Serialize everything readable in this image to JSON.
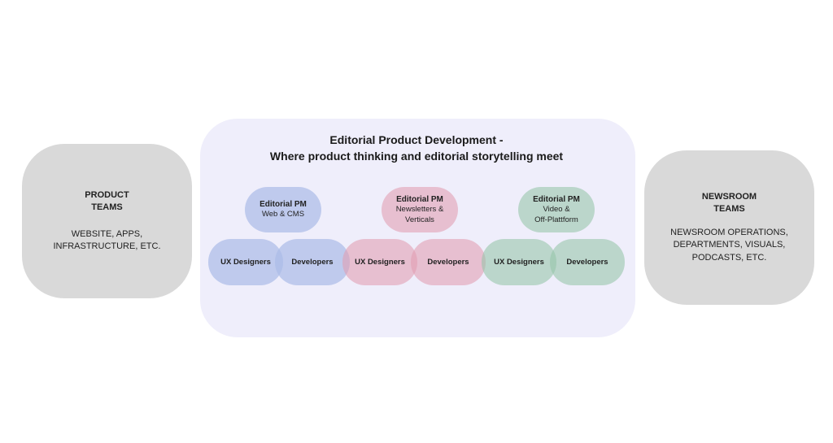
{
  "diagram": {
    "title": "Editorial Product Development -\nWhere product thinking and editorial storytelling meet",
    "left_box": {
      "title": "PRODUCT\nTEAMS",
      "description": "WEBSITE, APPS,\nINFRASTRUCTURE, ETC."
    },
    "right_box": {
      "title": "NEWSROOM\nTEAMS",
      "description": "NEWSROOM OPERATIONS,\nDEPARTMENTS, VISUALS,\nPODCASTS, ETC."
    },
    "groups": [
      {
        "pm_title": "Editorial PM",
        "pm_desc": "Web & CMS",
        "role_1": "UX Designers",
        "role_2": "Developers",
        "color": "#acbde8"
      },
      {
        "pm_title": "Editorial PM",
        "pm_desc": "Newsletters &\nVerticals",
        "role_1": "UX Designers",
        "role_2": "Developers",
        "color": "#e29cb2"
      },
      {
        "pm_title": "Editorial PM",
        "pm_desc": "Video &\nOff-Plattform",
        "role_1": "UX Designers",
        "role_2": "Developers",
        "color": "#96c4a8"
      }
    ]
  }
}
